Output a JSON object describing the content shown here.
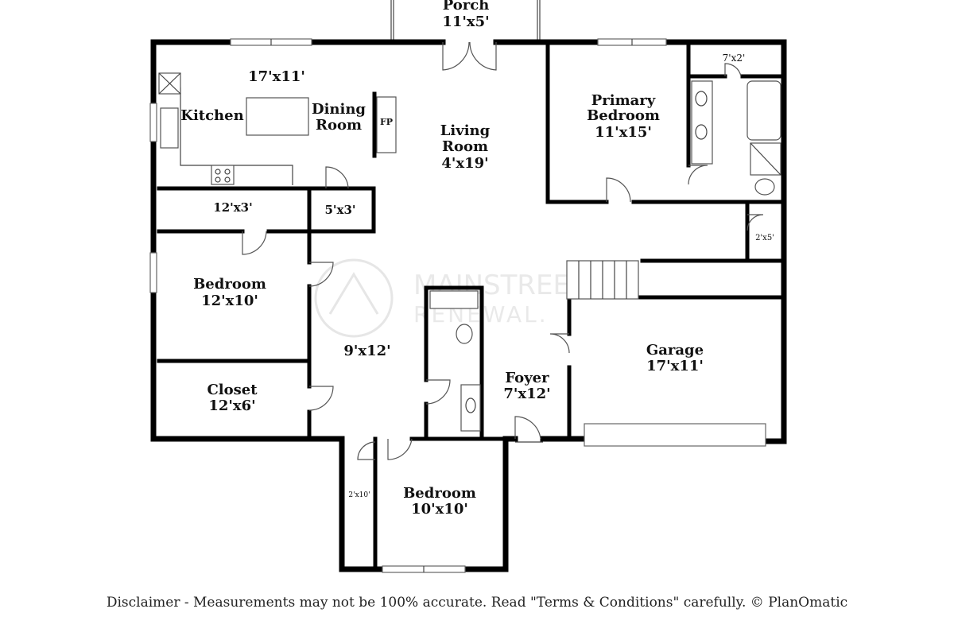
{
  "rooms": {
    "porch": {
      "name": "Porch",
      "size": "11'x5'"
    },
    "kitchen": {
      "name": "Kitchen"
    },
    "kitchen_size": "17'x11'",
    "dining": {
      "line1": "Dining",
      "line2": "Room"
    },
    "fireplace": "FP",
    "living": {
      "line1": "Living",
      "line2": "Room",
      "size": "4'x19'"
    },
    "primary": {
      "line1": "Primary",
      "line2": "Bedroom",
      "size": "11'x15'"
    },
    "primary_closet": "7'x2'",
    "storage1": "12'x3'",
    "storage2": "5'x3'",
    "hall_closet": "2'x5'",
    "bedroom1": {
      "name": "Bedroom",
      "size": "12'x10'"
    },
    "hall": "9'x12'",
    "closet": {
      "name": "Closet",
      "size": "12'x6'"
    },
    "foyer": {
      "name": "Foyer",
      "size": "7'x12'"
    },
    "garage": {
      "name": "Garage",
      "size": "17'x11'"
    },
    "bedroom2": {
      "name": "Bedroom",
      "size": "10'x10'"
    },
    "small_closet": "2'x10'"
  },
  "watermark": {
    "line1": "MAINSTREET",
    "line2": "RENEWAL."
  },
  "disclaimer": "Disclaimer - Measurements may not be 100% accurate. Read \"Terms & Conditions\" carefully. © PlanOmatic"
}
